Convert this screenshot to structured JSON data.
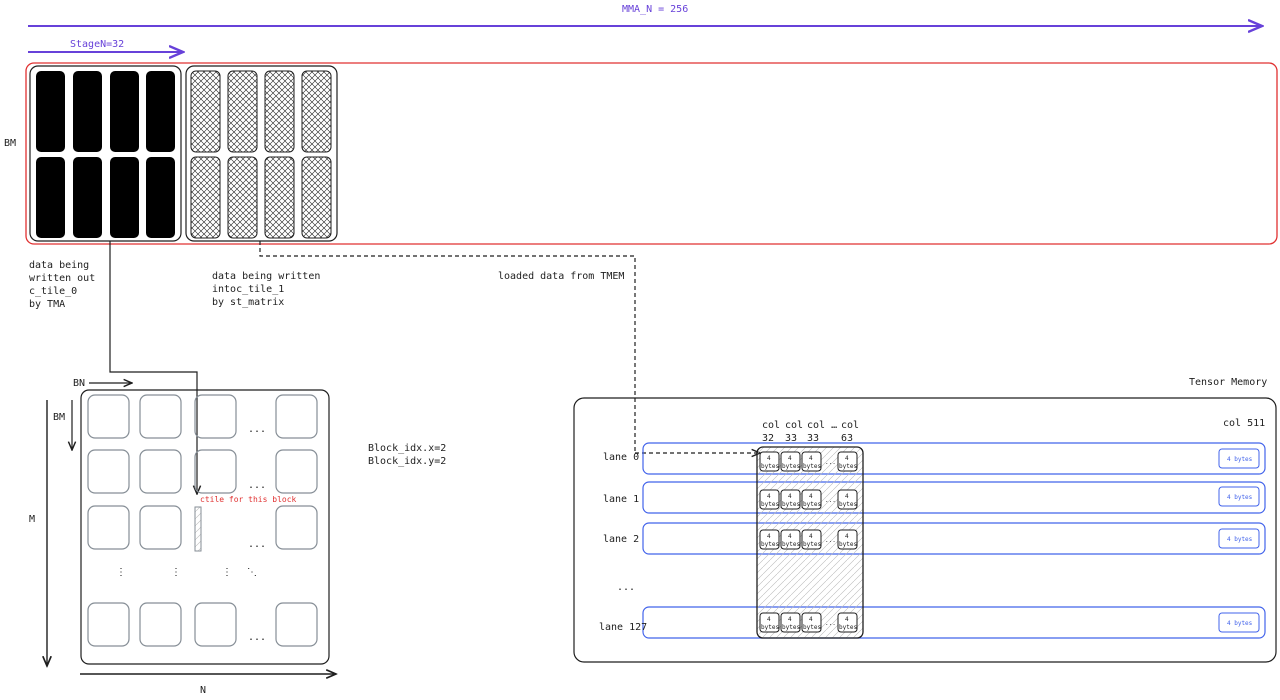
{
  "labels": {
    "mma_n": "MMA_N = 256",
    "stage_n": "StageN=32",
    "bm_top": "BM",
    "tile0_text": [
      "data being",
      "written out",
      "c_tile_0",
      "by TMA"
    ],
    "tile1_text": [
      "data being written",
      "intoc_tile_1",
      "by st_matrix"
    ],
    "tmem_load": "loaded data from TMEM",
    "bn": "BN",
    "bm_grid": "BM",
    "m_axis": "M",
    "n_axis": "N",
    "block_idx_x": "Block_idx.x=2",
    "block_idx_y": "Block_idx.y=2",
    "ctile_note": "ctile for this block",
    "ellipsis_h": "...",
    "ellipsis_v": "⋮",
    "ellipsis_d": "⋱"
  },
  "tmem": {
    "title": "Tensor Memory",
    "col_last": "col 511",
    "col_headers": [
      {
        "top": "col",
        "bottom": "32"
      },
      {
        "top": "col",
        "bottom": "33"
      },
      {
        "top": "col …",
        "bottom": "33"
      },
      {
        "top": "col",
        "bottom": "63"
      }
    ],
    "lanes": [
      "lane 0",
      "lane 1",
      "lane 2",
      "lane 127"
    ],
    "lane_gap": "...",
    "cell_top": "4",
    "cell_bottom": "bytes",
    "cell_ellipsis": "...",
    "end_cell": "4 bytes"
  },
  "colors": {
    "purple": "#6741d9",
    "red": "#e03131",
    "blue": "#4263eb",
    "ink": "#1e1e1e",
    "grey": "#868e96"
  }
}
